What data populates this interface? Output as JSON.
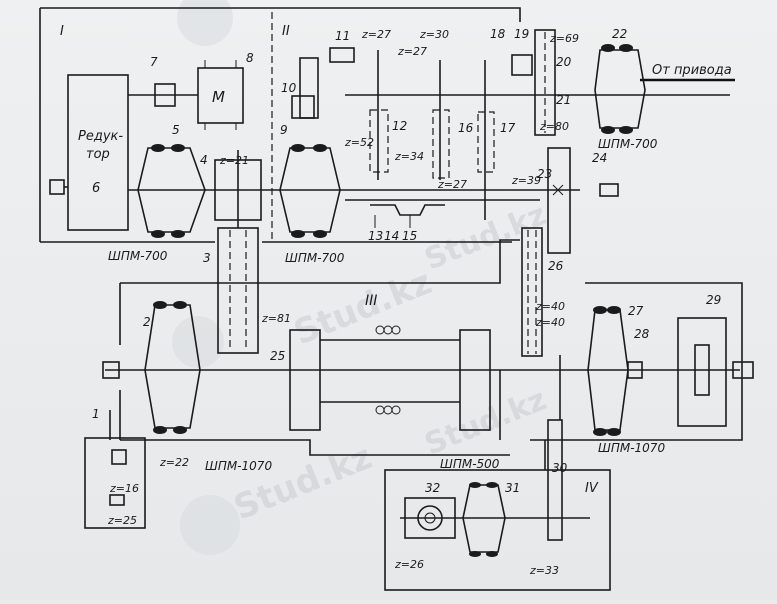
{
  "zones": {
    "z1": "I",
    "z2": "II",
    "z3": "III",
    "z4": "IV"
  },
  "labels": {
    "reducer_line1": "Редук-",
    "reducer_line2": "тор",
    "reducer_num": "6",
    "motor": "M",
    "drive": "От привода",
    "spm700_a": "ШПМ-700",
    "spm700_b": "ШПМ-700",
    "spm700_c": "ШПМ-700",
    "spm1070_a": "ШПМ-1070",
    "spm1070_b": "ШПМ-1070",
    "spm500": "ШПМ-500"
  },
  "numbers": {
    "n1": "1",
    "n2": "2",
    "n3": "3",
    "n4": "4",
    "n5": "5",
    "n7": "7",
    "n8": "8",
    "n9": "9",
    "n10": "10",
    "n11": "11",
    "n12": "12",
    "n13": "13",
    "n14": "14",
    "n15": "15",
    "n16": "16",
    "n17": "17",
    "n18": "18",
    "n19": "19",
    "n20": "20",
    "n21": "21",
    "n22": "22",
    "n23": "23",
    "n24": "24",
    "n25": "25",
    "n26": "26",
    "n27": "27",
    "n28": "28",
    "n29": "29",
    "n30": "30",
    "n31": "31",
    "n32": "32"
  },
  "teeth": {
    "t27a": "z=27",
    "t27b": "z=27",
    "t30": "z=30",
    "t69": "z=69",
    "t52": "z=52",
    "t34": "z=34",
    "t27c": "z=27",
    "t39": "z=39",
    "t80": "z=80",
    "t21": "z=21",
    "t81": "z=81",
    "t40a": "z=40",
    "t40b": "z=40",
    "t22": "z=22",
    "t16": "z=16",
    "t25": "z=25",
    "t26": "z=26",
    "t33": "z=33"
  },
  "watermark": "Stud.kz"
}
